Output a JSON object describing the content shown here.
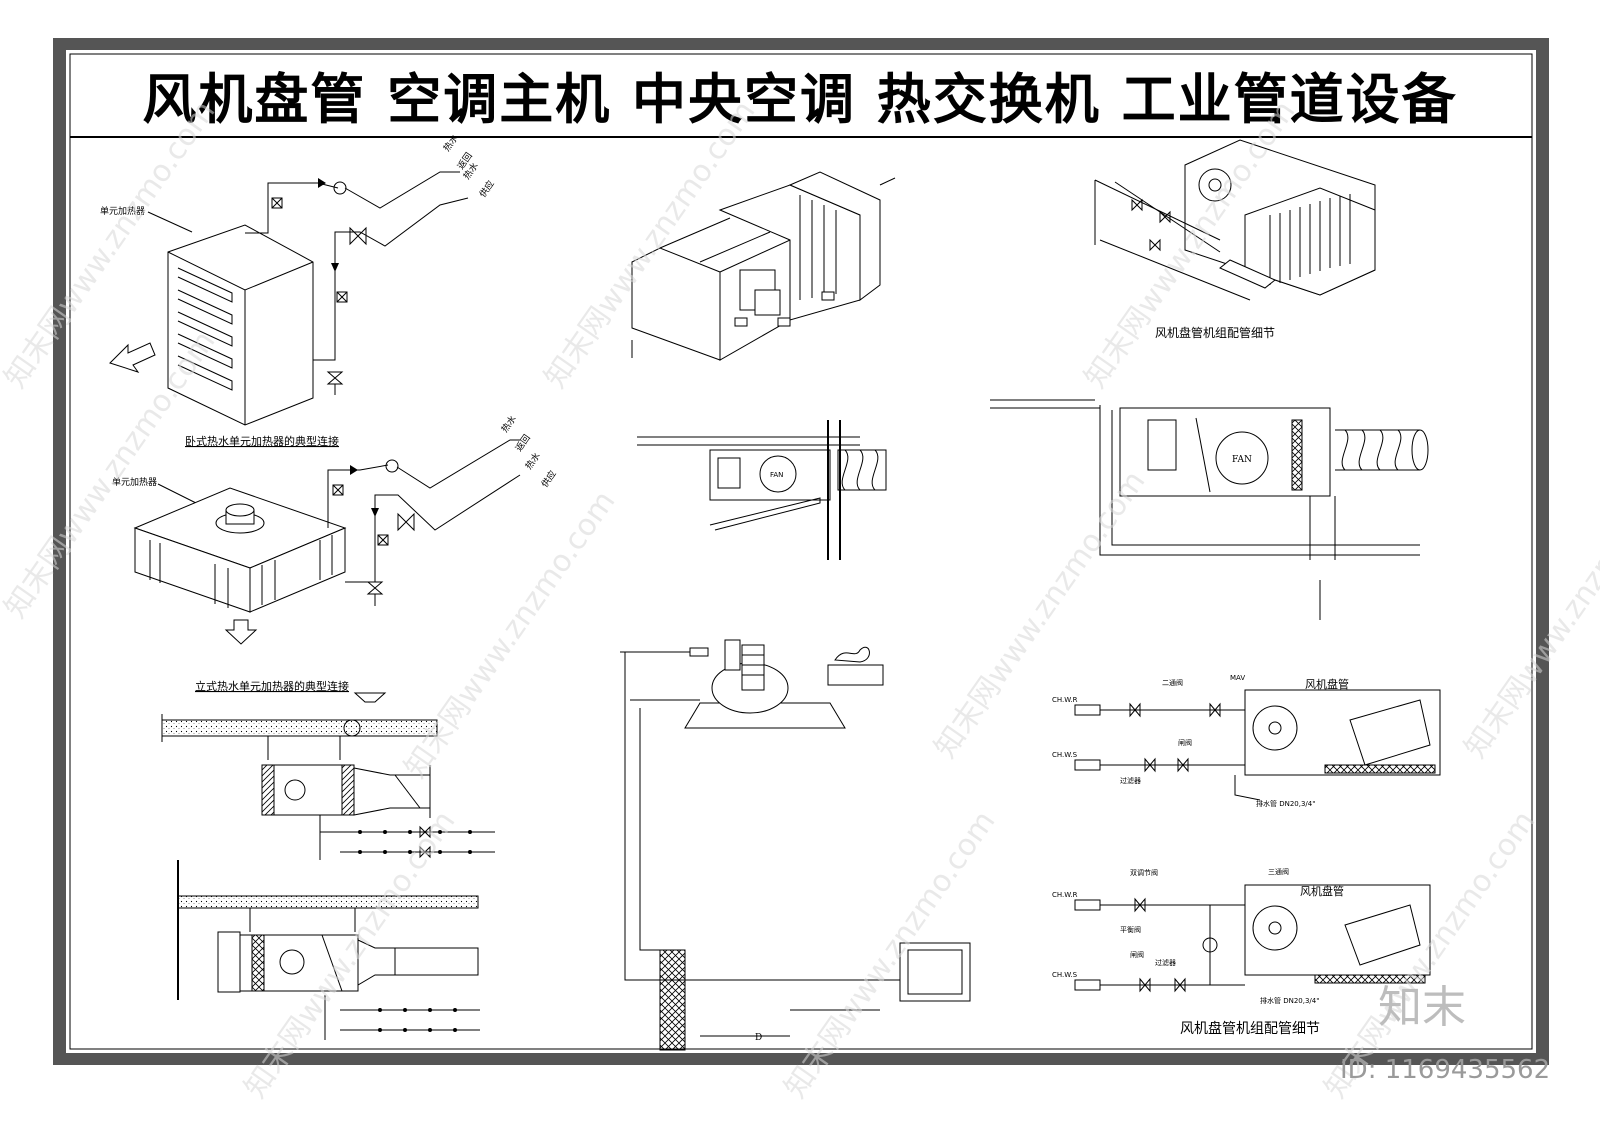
{
  "title": "风机盘管 空调主机 中央空调 热交换机 工业管道设备",
  "watermark_text": "知末网www.znzmo.com",
  "brand_mark": "知末",
  "image_id": "ID: 1169435562",
  "diagrams": {
    "horizontal_heater": {
      "unit_label": "单元加热器",
      "return_label_1": "热水",
      "return_label_2": "返回",
      "supply_label_1": "热水",
      "supply_label_2": "供应",
      "caption": "卧式热水单元加热器的典型连接"
    },
    "vertical_heater": {
      "unit_label": "单元加热器",
      "return_label_1": "热水",
      "return_label_2": "返回",
      "supply_label_1": "热水",
      "supply_label_2": "供应",
      "caption": "立式热水单元加热器的典型连接"
    },
    "fcu_detail_top": {
      "caption": "风机盘管机组配管细节",
      "fan_label": "FAN"
    },
    "duct_section": {
      "fan_label": "FAN"
    },
    "piping_a": {
      "title": "风机盘管",
      "valve_2way": "二通阀",
      "valve_gate": "闸阀",
      "filter": "过滤器",
      "drain": "排水管 DN20,3/4\"",
      "cw_r": "CH.W.R",
      "cw_s": "CH.W.S",
      "mav": "MAV"
    },
    "piping_b": {
      "title": "风机盘管",
      "valve_3way": "三通阀",
      "valve_dual": "双调节阀",
      "valve_balance": "平衡阀",
      "valve_gate": "闸阀",
      "filter": "过滤器",
      "drain": "排水管 DN20,3/4\"",
      "cw_r": "CH.W.R",
      "cw_s": "CH.W.S",
      "caption": "风机盘管机组配管细节"
    },
    "chiller_loop": {
      "d_label": "D"
    }
  }
}
